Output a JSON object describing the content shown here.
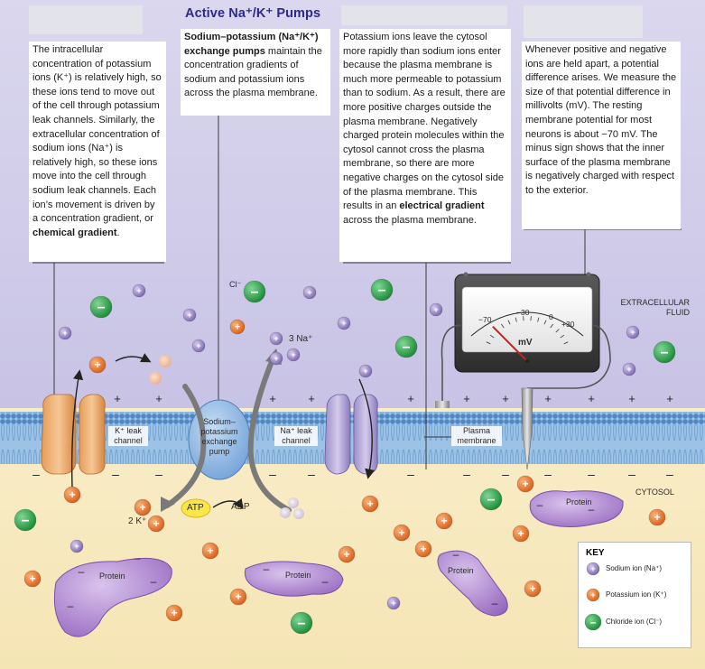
{
  "title": "Active Na⁺/K⁺ Pumps",
  "intro_text": "The intracellular concentration of potassium ions (K⁺) is relatively high, so these ions tend to move out of the cell through potassium leak channels. Similarly, the extracellular concentration of sodium ions (Na⁺) is relatively high, so these ions move into the cell through sodium leak channels. Each ion’s movement is driven by a concentration gradient, or",
  "intro_bold": "chemical gradient",
  "intro_end": ".",
  "pump_bold": "Sodium–potassium (Na⁺/K⁺) exchange pumps",
  "pump_text": " maintain the concentration gradients of sodium and potassium ions across the plasma membrane.",
  "electrical_text": "Potassium ions leave the cytosol more rapidly than sodium ions enter because the plasma membrane is much more permeable to potassium than to sodium. As a result, there are more positive charges outside the plasma membrane. Negatively charged protein molecules within the cytosol cannot cross the plasma membrane, so there are more negative charges on the cytosol side of the plasma membrane. This results in an",
  "electrical_bold": "electrical gradient",
  "electrical_end": " across the plasma membrane.",
  "potential_text": "Whenever positive and negative ions are held apart, a potential difference arises. We measure the size of that potential difference in millivolts (mV). The resting membrane potential for most neurons is about −70 mV. The minus sign shows that the inner surface of the plasma membrane is negatively charged with respect to the exterior.",
  "labels": {
    "extracellular": [
      "EXTRACELLULAR",
      "FLUID"
    ],
    "cytosol": "CYTOSOL",
    "k_channel": [
      "K⁺ leak",
      "channel"
    ],
    "pump": [
      "Sodium–",
      "potassium",
      "exchange",
      "pump"
    ],
    "na_channel": [
      "Na⁺ leak",
      "channel"
    ],
    "membrane": [
      "Plasma",
      "membrane"
    ],
    "three_na": "3 Na⁺",
    "two_k": "2 K⁺",
    "atp": "ATP",
    "adp": "ADP",
    "cl": "Cl⁻",
    "protein": "Protein",
    "plus": "+",
    "minus": "–"
  },
  "meter": {
    "ticks": [
      "−70",
      "−30",
      "0",
      "+30"
    ],
    "unit": "mV",
    "reading": -70,
    "range": [
      -90,
      40
    ]
  },
  "key": {
    "title": "KEY",
    "items": [
      {
        "label": "Sodium ion (Na⁺)",
        "color": "#9a84c4",
        "sign": "+"
      },
      {
        "label": "Potassium ion (K⁺)",
        "color": "#e9752c",
        "sign": "+"
      },
      {
        "label": "Chloride ion (Cl⁻)",
        "color": "#2aa84a",
        "sign": "–"
      }
    ]
  },
  "colors": {
    "extracellular": "#cfcbe8",
    "cytosol": "#f7e9bf",
    "membrane": "#8ab6de",
    "sodium": "#9a84c4",
    "potassium": "#e9752c",
    "chloride": "#2aa84a",
    "protein": "#a57fc6",
    "pump": "#8fb5e0",
    "title": "#2d2a8c"
  }
}
